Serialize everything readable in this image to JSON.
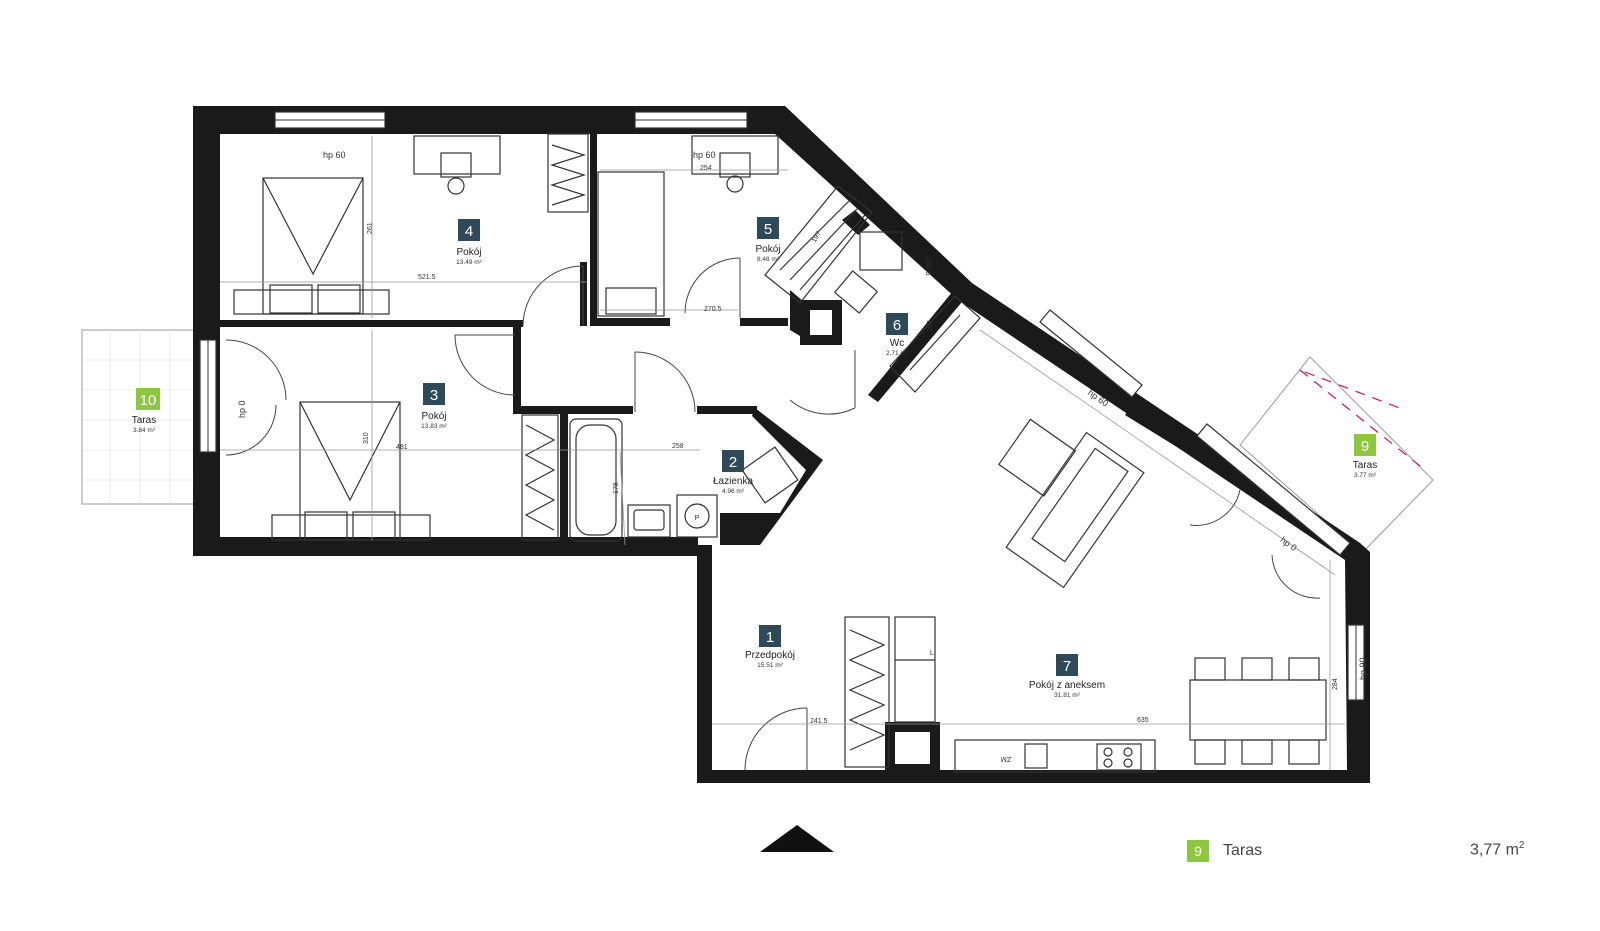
{
  "rooms": [
    {
      "num": "1",
      "name": "Przedpokój",
      "area": "15.51 m²",
      "color": "#2e4a58"
    },
    {
      "num": "2",
      "name": "Łazienka",
      "area": "4.96 m²",
      "color": "#2e4a58"
    },
    {
      "num": "3",
      "name": "Pokój",
      "area": "13.83 m²",
      "color": "#2e4a58"
    },
    {
      "num": "4",
      "name": "Pokój",
      "area": "13.49 m²",
      "color": "#2e4a58"
    },
    {
      "num": "5",
      "name": "Pokój",
      "area": "8.48 m²",
      "color": "#2e4a58"
    },
    {
      "num": "6",
      "name": "Wc",
      "area": "2.71 m²",
      "color": "#2e4a58"
    },
    {
      "num": "7",
      "name": "Pokój z aneksem",
      "area": "31.81 m²",
      "color": "#2e4a58"
    },
    {
      "num": "9",
      "name": "Taras",
      "area": "3.77 m²",
      "color": "#8dc63f"
    },
    {
      "num": "10",
      "name": "Taras",
      "area": "3.84 m²",
      "color": "#8dc63f"
    }
  ],
  "dimensions": [
    "521.5",
    "261",
    "254",
    "197",
    "270.5",
    "152.5",
    "197",
    "310",
    "481",
    "258",
    "178",
    "241.5",
    "635",
    "284",
    "hp 60",
    "hp 60",
    "hp 0",
    "hp 60",
    "hp 0",
    "hp 90",
    "ZM",
    "P"
  ],
  "legend": {
    "num": "9",
    "name": "Taras",
    "area": "3,77 m",
    "area_sup": "2"
  }
}
